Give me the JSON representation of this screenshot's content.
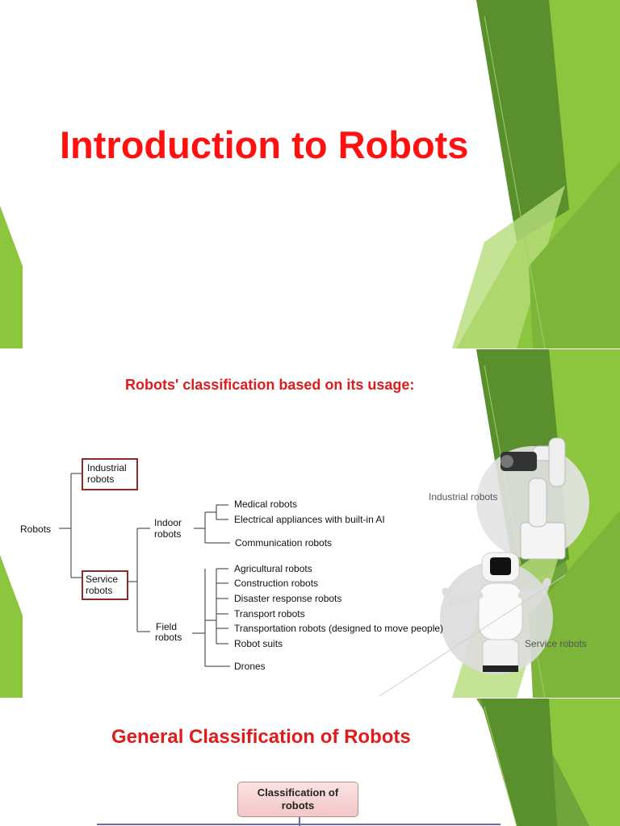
{
  "slide1": {
    "title": "Introduction to Robots"
  },
  "slide2": {
    "title": "Robots' classification based on its usage:",
    "root": "Robots",
    "industrial": [
      "Industrial",
      "robots"
    ],
    "service": [
      "Service",
      "robots"
    ],
    "indoor": [
      "Indoor",
      "robots"
    ],
    "field": [
      "Field",
      "robots"
    ],
    "indoor_items": [
      "Medical robots",
      "Electrical appliances with built-in AI",
      "Communication robots"
    ],
    "field_items": [
      "Agricultural robots",
      "Construction robots",
      "Disaster response robots",
      "Transport robots",
      "Transportation robots (designed to move people)",
      "Robot suits",
      "Drones"
    ],
    "photo_labels": {
      "industrial": "Industrial robots",
      "service": "Service robots"
    }
  },
  "slide3": {
    "title": "General Classification of Robots",
    "box_lines": [
      "Classification of",
      "robots"
    ]
  },
  "colors": {
    "title_red": "#ff1111",
    "green_dark": "#5a9e2f",
    "green_light": "#8cc63f"
  }
}
